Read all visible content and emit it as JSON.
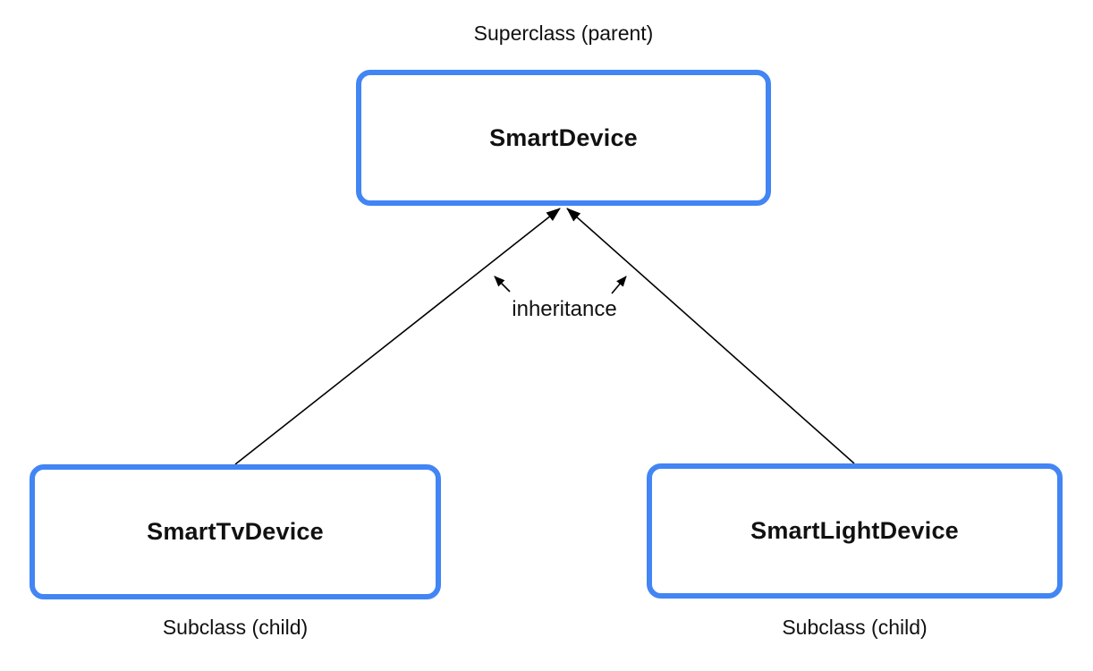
{
  "diagram": {
    "type": "class-inheritance",
    "parent": {
      "caption": "Superclass (parent)",
      "label": "SmartDevice"
    },
    "edge_label": "inheritance",
    "children": [
      {
        "label": "SmartTvDevice",
        "caption": "Subclass (child)"
      },
      {
        "label": "SmartLightDevice",
        "caption": "Subclass (child)"
      }
    ],
    "colors": {
      "box_border": "#4285F4",
      "box_fill": "#FFFFFF",
      "line": "#000000",
      "text": "#111111",
      "background": "#FFFFFF"
    }
  }
}
